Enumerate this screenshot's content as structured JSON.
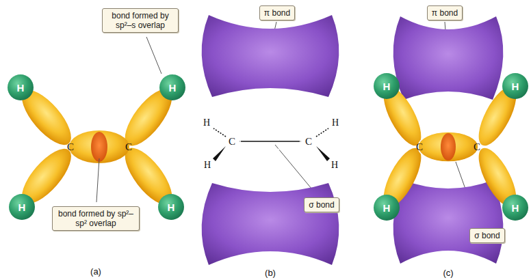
{
  "diagram": {
    "nodes": [
      {
        "text": [
          "bond formed by sp²–s overlap"
        ]
      },
      {
        "text": [
          "H"
        ]
      },
      {
        "text": [
          "H"
        ]
      },
      {
        "text": [
          "bond formed by sp²–sp² overlap"
        ]
      },
      {
        "text": [
          "H"
        ]
      },
      {
        "text": [
          "H"
        ]
      },
      {
        "text": [
          "π bond"
        ]
      },
      {
        "text": [
          "σ bond"
        ]
      },
      {
        "text": [
          "π bond"
        ]
      },
      {
        "text": [
          "H"
        ]
      },
      {
        "text": [
          "H"
        ]
      },
      {
        "text": [
          "H"
        ]
      },
      {
        "text": [
          "H"
        ]
      },
      {
        "text": [
          "σ bond"
        ]
      }
    ],
    "labels": [
      "C",
      "C",
      "H",
      "H",
      "C",
      "C",
      "H",
      "H",
      "C",
      "C",
      "(a)",
      "(b)",
      "(c)"
    ]
  }
}
